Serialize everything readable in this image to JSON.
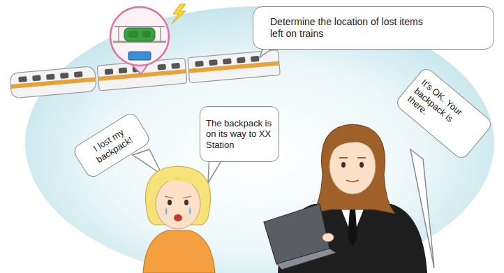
{
  "diagram": {
    "nodes": [
      {
        "text": [
          "Determine the location of lost items left on trains"
        ]
      },
      {
        "text": [
          "I lost my backpack!"
        ]
      },
      {
        "text": [
          "The backpack is on its way to XX Station"
        ]
      },
      {
        "text": [
          "It's OK. Your backpack is there."
        ]
      }
    ]
  }
}
